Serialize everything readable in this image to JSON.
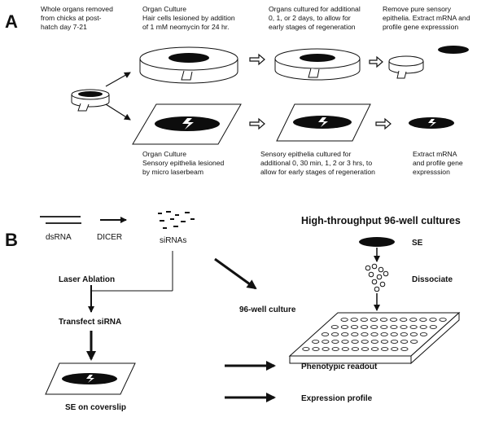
{
  "panel_a": {
    "label": "A",
    "captions": {
      "whole_organs": [
        "Whole organs removed",
        "from chicks at post-",
        "hatch day 7-21"
      ],
      "organ_culture_top": [
        "Organ Culture",
        "Hair cells lesioned by addition",
        "of 1 mM neomycin for 24 hr."
      ],
      "cultured_additional": [
        "Organs cultured for additional",
        "0, 1, or 2 days, to allow for",
        "early stages of regeneration"
      ],
      "remove_pure": [
        "Remove pure sensory",
        "epithelia. Extract mRNA and",
        "profile gene expresssion"
      ],
      "organ_culture_bottom": [
        "Organ Culture",
        "Sensory epithelia lesioned",
        "by micro laserbeam"
      ],
      "sensory_cultured": [
        "Sensory epithelia cultured for",
        "additional 0, 30 min, 1, 2 or 3 hrs, to",
        "allow for early stages of regeneration"
      ],
      "extract_mrna": [
        "Extract mRNA",
        "and profile gene",
        "expresssion"
      ]
    }
  },
  "panel_b": {
    "label": "B",
    "dsrna": "dsRNA",
    "dicer": "DICER",
    "sirnas": "siRNAs",
    "title": "High-throughput 96-well cultures",
    "se": "SE",
    "dissociate": "Dissociate",
    "laser_ablation": "Laser Ablation",
    "transfect": "Transfect siRNA",
    "well_culture": "96-well culture",
    "se_coverslip": "SE on coverslip",
    "phenotypic": "Phenotypic readout",
    "expression": "Expression profile"
  },
  "colors": {
    "ink": "#111111",
    "background": "#ffffff"
  }
}
